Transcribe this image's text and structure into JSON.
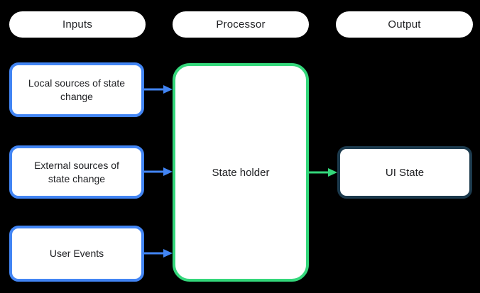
{
  "diagram": {
    "headers": {
      "inputs": {
        "label": "Inputs"
      },
      "processor": {
        "label": "Processor"
      },
      "output": {
        "label": "Output"
      }
    },
    "inputs": [
      {
        "label": "Local sources of state change"
      },
      {
        "label": "External sources of state change"
      },
      {
        "label": "User Events"
      }
    ],
    "processor": {
      "label": "State holder"
    },
    "output": {
      "label": "UI State"
    },
    "arrows": [
      {
        "name": "local-sources-to-state-holder",
        "color": "#4285F4"
      },
      {
        "name": "external-sources-to-state-holder",
        "color": "#4285F4"
      },
      {
        "name": "user-events-to-state-holder",
        "color": "#4285F4"
      },
      {
        "name": "state-holder-to-ui-state",
        "color": "#34D77B"
      }
    ],
    "colors": {
      "background": "#000000",
      "input_border": "#4285F4",
      "processor_border": "#34D77B",
      "output_border": "#1C3A4D",
      "box_fill": "#FFFFFF",
      "text": "#202124"
    }
  }
}
